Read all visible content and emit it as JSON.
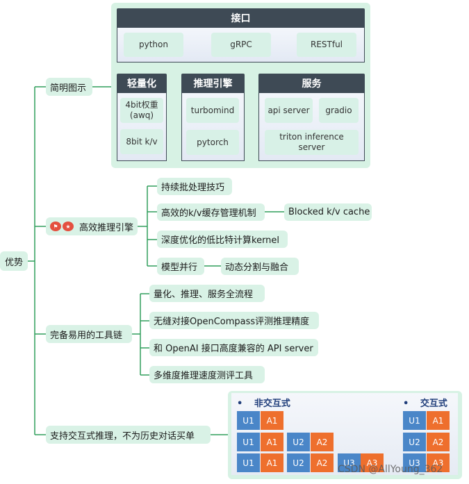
{
  "root": {
    "label": "优势"
  },
  "branches": {
    "diagram": {
      "label": "简明图示"
    },
    "engine": {
      "label": "高效推理引擎",
      "icons": [
        "flag-icon",
        "star-icon"
      ],
      "children": [
        {
          "label": "持续批处理技巧"
        },
        {
          "label": "高效的k/v缓存管理机制",
          "child": "Blocked k/v cache"
        },
        {
          "label": "深度优化的低比特计算kernel"
        },
        {
          "label": "模型并行",
          "child": "动态分割与融合"
        }
      ]
    },
    "toolchain": {
      "label": "完备易用的工具链",
      "children": [
        {
          "label": "量化、推理、服务全流程"
        },
        {
          "label": "无缝对接OpenCompass评测推理精度"
        },
        {
          "label": "和 OpenAI 接口高度兼容的 API server"
        },
        {
          "label": "多维度推理速度测评工具"
        }
      ]
    },
    "interactive": {
      "label": "支持交互式推理，不为历史对话买单"
    }
  },
  "architecture": {
    "interface": {
      "title": "接口",
      "items": [
        "python",
        "gRPC",
        "RESTful"
      ]
    },
    "lightweight": {
      "title": "轻量化",
      "items": [
        "4bit权重\n(awq)",
        "8bit k/v"
      ]
    },
    "engine": {
      "title": "推理引擎",
      "items": [
        "turbomind",
        "pytorch"
      ]
    },
    "service": {
      "title": "服务",
      "items": [
        "api server",
        "gradio",
        "triton inference\nserver"
      ]
    }
  },
  "interactive_panel": {
    "non_interactive_title": "非交互式",
    "interactive_title": "交互式",
    "bullet": "•",
    "rows": [
      [
        "U1",
        "A1"
      ],
      [
        "U1",
        "A1",
        "U2",
        "A2"
      ],
      [
        "U1",
        "A1",
        "U2",
        "A2",
        "U3",
        "A3"
      ]
    ],
    "right_rows": [
      [
        "U1",
        "A1"
      ],
      [
        "U2",
        "A2"
      ],
      [
        "U3",
        "A3"
      ]
    ]
  },
  "watermark": "CSDN @AllYoung_362",
  "colors": {
    "node_bg": "#d9f2e6",
    "connector": "#2f9e5a",
    "header_dark": "#3e4a55",
    "user_cell": "#4a86c8",
    "answer_cell": "#ee6f2d"
  }
}
